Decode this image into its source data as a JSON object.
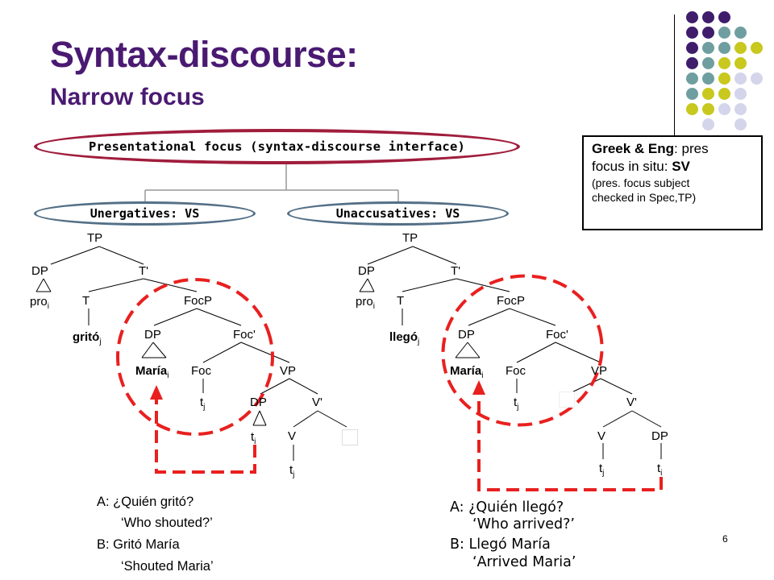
{
  "title": {
    "main": "Syntax-discourse:",
    "sub": "Narrow focus"
  },
  "infobox": {
    "line1_bold": "Greek & Eng",
    "line1_rest": ": pres",
    "line2_pre": "focus in situ: ",
    "line2_bold": "SV",
    "line3": "(pres. focus subject",
    "line4": "checked in Spec,TP)"
  },
  "ovals": {
    "top": "Presentational focus (syntax-discourse interface)",
    "left": "Unergatives: VS",
    "right": "Unaccusatives: VS"
  },
  "tree_left": {
    "tp": "TP",
    "dp": "DP",
    "pro": "pro",
    "pro_sub": "i",
    "tbar": "T'",
    "t": "T",
    "verb": "gritó",
    "verb_sub": "j",
    "focp": "FocP",
    "dp2": "DP",
    "maria": "María",
    "maria_sub": "i",
    "focbar": "Foc'",
    "foc": "Foc",
    "foc_t": "t",
    "foc_t_sub": "j",
    "vp": "VP",
    "dp3": "DP",
    "ti": "t",
    "ti_sub": "i",
    "vbar": "V'",
    "v": "V",
    "tj": "t",
    "tj_sub": "j"
  },
  "tree_right": {
    "tp": "TP",
    "dp": "DP",
    "pro": "pro",
    "pro_sub": "i",
    "tbar": "T'",
    "t": "T",
    "verb": "llegó",
    "verb_sub": "j",
    "focp": "FocP",
    "dp2": "DP",
    "maria": "María",
    "maria_sub": "i",
    "focbar": "Foc'",
    "foc": "Foc",
    "foc_t": "t",
    "foc_t_sub": "j",
    "vp": "VP",
    "vbar": "V'",
    "v": "V",
    "dp3": "DP",
    "tj": "t",
    "tj_sub": "j",
    "ti": "t",
    "ti_sub": "i"
  },
  "example_left": {
    "a": "A: ¿Quién gritó?",
    "a_gloss": "‘Who shouted?’",
    "b": "B: Gritó María",
    "b_gloss": "‘Shouted Maria’"
  },
  "example_right": {
    "a": "A: ¿Quién llegó?",
    "a_gloss": "‘Who arrived?’",
    "b": "B: Llegó María",
    "b_gloss": "‘Arrived Maria’"
  },
  "page_number": "6",
  "colors": {
    "title": "#4a1a72",
    "focus_oval_border": "#a01d3c",
    "type_oval_border": "#536f86",
    "movement_dashes": "#e8201f",
    "dot_purple": "#3f1d6b",
    "dot_teal": "#6f9ea0",
    "dot_olive": "#c8c81e",
    "dot_lavender": "#d4d4ea"
  }
}
